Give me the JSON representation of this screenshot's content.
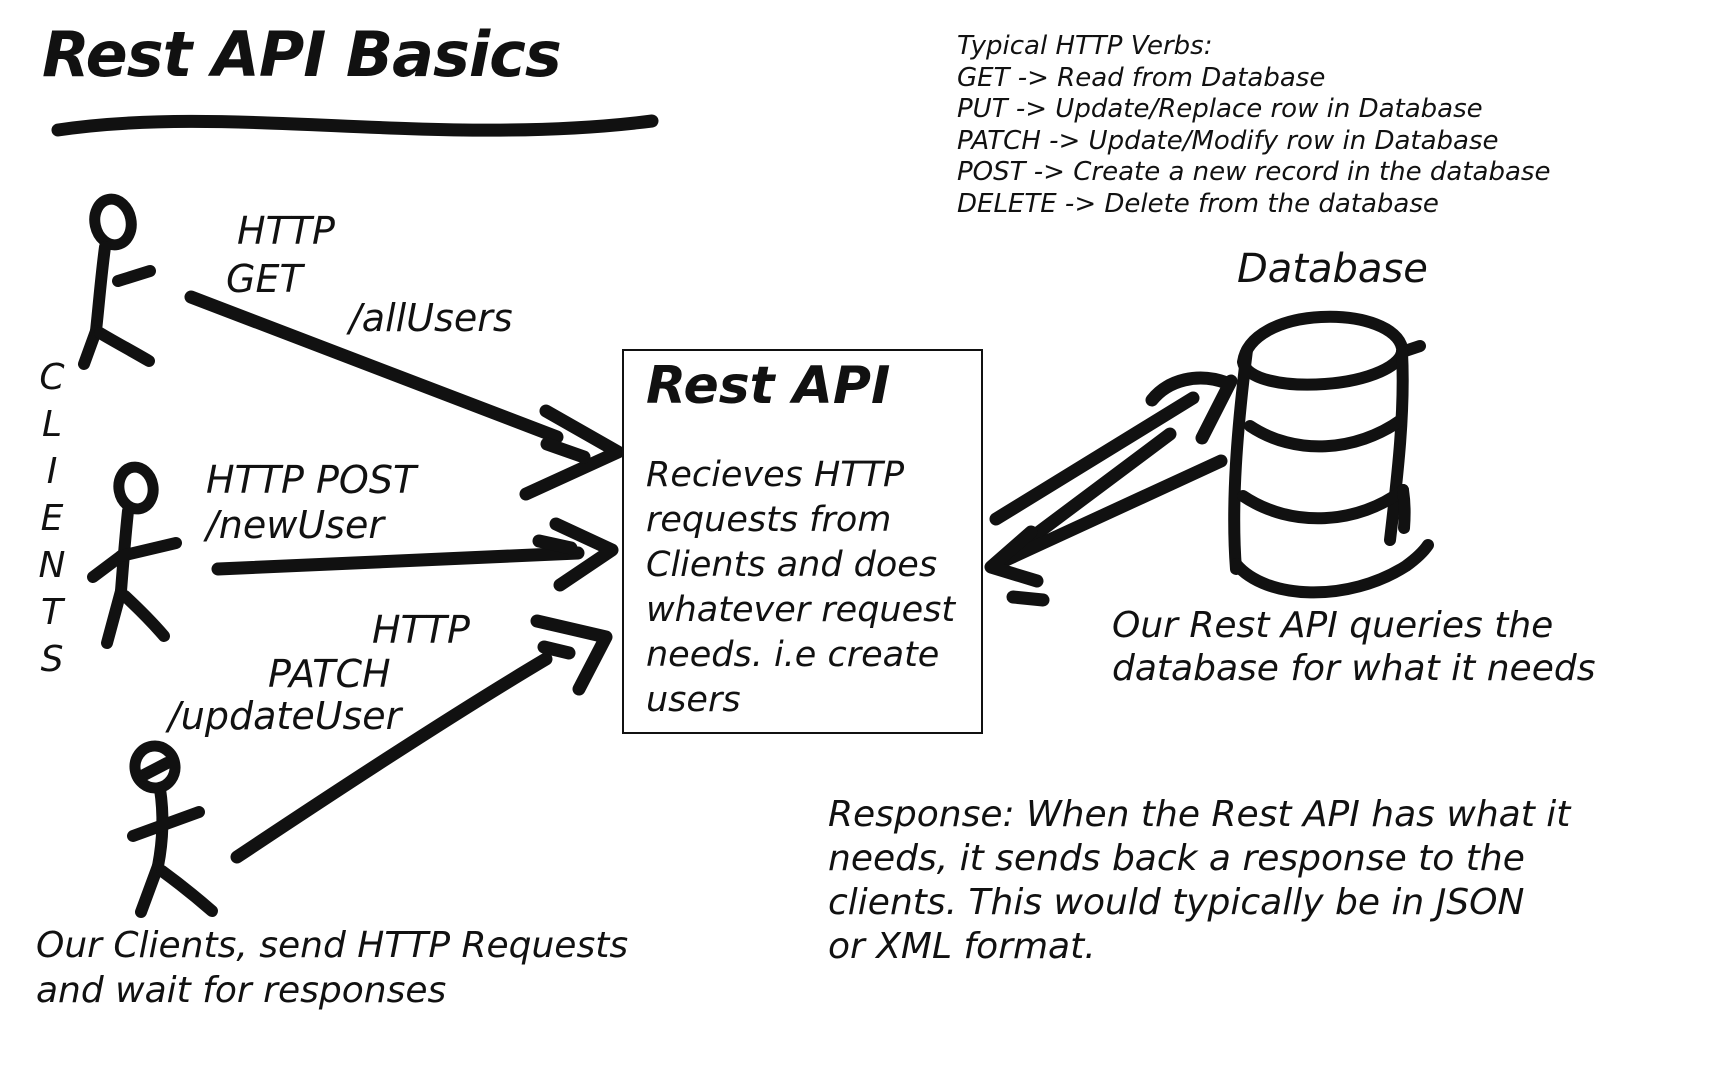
{
  "title": "Rest API Basics",
  "http_verbs": {
    "heading": "Typical HTTP Verbs:",
    "items": [
      "GET -> Read from Database",
      "PUT -> Update/Replace row in Database",
      "PATCH -> Update/Modify row in Database",
      "POST -> Create a new record in the database",
      "DELETE -> Delete from the database"
    ]
  },
  "clients": {
    "vertical_label": "CLIENTS",
    "caption_lines": [
      "Our Clients, send HTTP Requests",
      "and wait for responses"
    ],
    "requests": [
      {
        "method_line1": "HTTP",
        "method_line2": "GET",
        "path": "/allUsers"
      },
      {
        "method_line1": "HTTP POST",
        "path": "/newUser"
      },
      {
        "method_line1": "HTTP",
        "method_line2": "PATCH",
        "path": "/updateUser"
      }
    ]
  },
  "api_box": {
    "title": "Rest API",
    "description_lines": [
      "Recieves HTTP",
      "requests from",
      "Clients and does",
      "whatever request",
      "needs. i.e create",
      "users"
    ]
  },
  "database": {
    "label": "Database",
    "caption_lines": [
      "Our Rest API queries the",
      "database for what it needs"
    ]
  },
  "response_note_lines": [
    "Response: When the Rest API has what it",
    "needs, it sends back a response to the",
    "clients. This would typically be in JSON",
    "or XML format."
  ],
  "colors": {
    "ink": "#111111",
    "background": "#ffffff"
  }
}
